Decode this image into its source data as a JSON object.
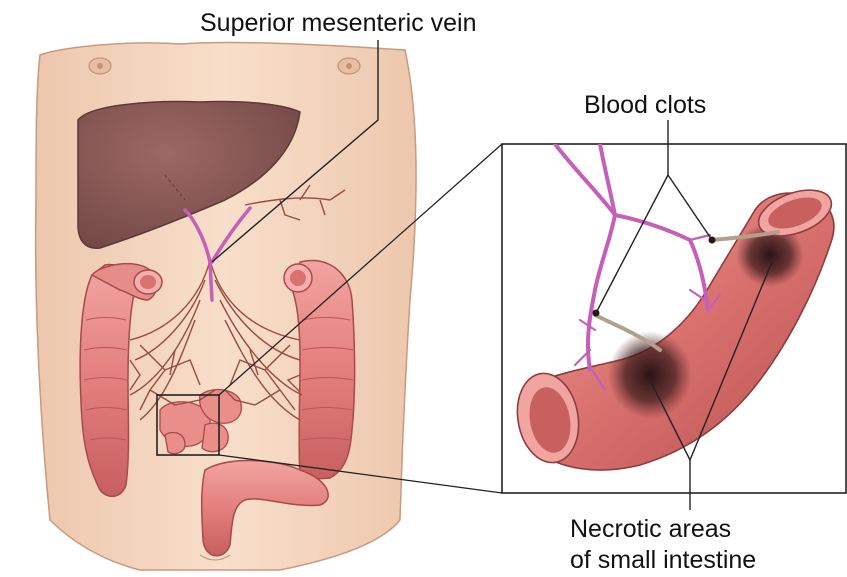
{
  "labels": {
    "superior_mesenteric_vein": "Superior mesenteric vein",
    "blood_clots": "Blood clots",
    "necrotic_line1": "Necrotic areas",
    "necrotic_line2": "of small intestine"
  },
  "colors": {
    "skin": "#f6d9c2",
    "skin_shadow": "#e8bfa3",
    "liver": "#8e5b58",
    "liver_dark": "#6e4240",
    "intestine": "#e88784",
    "intestine_dark": "#c65a5a",
    "vein": "#c45fb9",
    "vessel": "#a04b3e",
    "necrotic": "#2a1516",
    "clot": "#b9a894"
  }
}
